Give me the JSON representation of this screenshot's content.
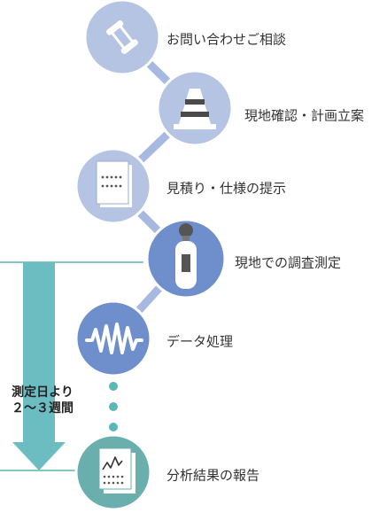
{
  "steps": [
    {
      "label": "お問い合わせご相談",
      "icon": "phone-icon"
    },
    {
      "label": "現地確認・計画立案",
      "icon": "traffic-cone-icon"
    },
    {
      "label": "見積り・仕様の提示",
      "icon": "document-icon"
    },
    {
      "label": "現地での調査測定",
      "icon": "sound-level-meter-icon"
    },
    {
      "label": "データ処理",
      "icon": "waveform-icon"
    },
    {
      "label": "分析結果の報告",
      "icon": "report-chart-icon"
    }
  ],
  "duration": {
    "line1": "測定日より",
    "line2": "２～３週間"
  },
  "colors": {
    "light_blue": "#b4c4e2",
    "mid_blue": "#6f8fcc",
    "connector": "#a7b9e0",
    "teal": "#6cbdc2",
    "teal_dark": "#6aafae",
    "dots": "#5bb7b5"
  }
}
